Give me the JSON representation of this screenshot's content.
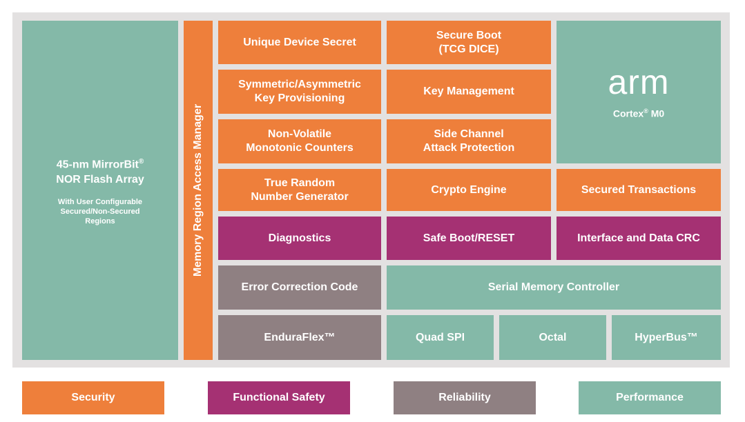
{
  "colors": {
    "security": "#ee7f3b",
    "functional_safety": "#a53173",
    "reliability": "#8f8082",
    "performance": "#84b9a8",
    "background": "#e3e1e1"
  },
  "flash": {
    "title": "45-nm MirrorBit",
    "title_mark": "®",
    "title_line2": "NOR Flash Array",
    "subtitle": "With User Configurable\nSecured/Non-Secured\nRegions"
  },
  "mram_label": "Memory Region Access Manager",
  "security_blocks": {
    "uds": "Unique Device Secret",
    "secure_boot": "Secure Boot\n(TCG DICE)",
    "key_provisioning": "Symmetric/Asymmetric\nKey Provisioning",
    "key_management": "Key Management",
    "counters": "Non-Volatile\nMonotonic Counters",
    "side_channel": "Side Channel\nAttack Protection",
    "trng": "True Random\nNumber Generator",
    "crypto": "Crypto Engine",
    "secured_transactions": "Secured Transactions"
  },
  "arm": {
    "logo_text": "arm",
    "core": "Cortex",
    "core_mark": "®",
    "core_model": " M0",
    "icon": "arm-logo"
  },
  "safety_blocks": {
    "diagnostics": "Diagnostics",
    "safe_boot": "Safe Boot/RESET",
    "crc": "Interface and Data CRC"
  },
  "reliability_blocks": {
    "ecc": "Error Correction Code",
    "enduraflex": "EnduraFlex™"
  },
  "performance_blocks": {
    "smc": "Serial Memory Controller",
    "quad_spi": "Quad SPI",
    "octal": "Octal",
    "hyperbus": "HyperBus™"
  },
  "legend": {
    "security": "Security",
    "functional_safety": "Functional Safety",
    "reliability": "Reliability",
    "performance": "Performance"
  }
}
